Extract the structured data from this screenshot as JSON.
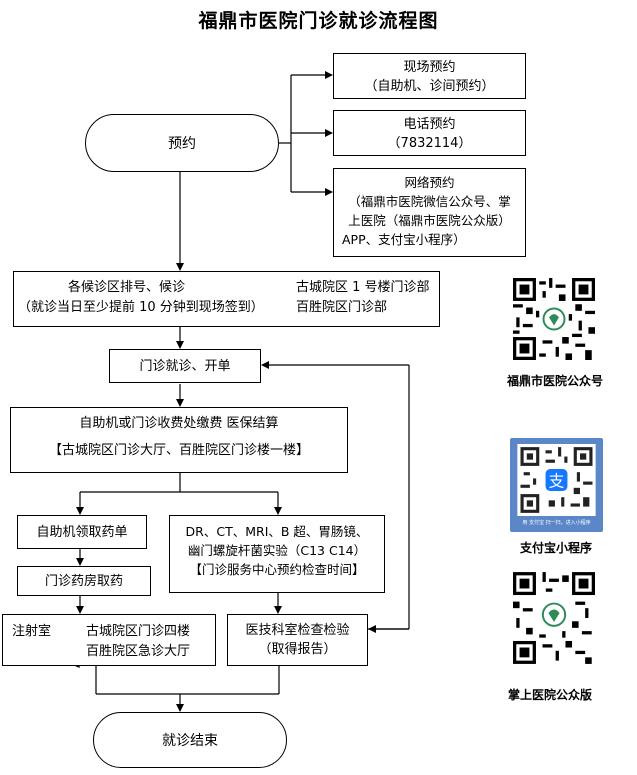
{
  "title": "福鼎市医院门诊就诊流程图",
  "nodes": {
    "appointment": "预约",
    "onsite": {
      "line1": "现场预约",
      "line2": "（自助机、诊间预约）"
    },
    "phone": {
      "line1": "电话预约",
      "line2": "（7832114）"
    },
    "online": {
      "line1": "网络预约",
      "line2": "（福鼎市医院微信公众号、掌",
      "line3": "上医院（福鼎市医院公众版）",
      "line4": "APP、支付宝小程序）"
    },
    "queue": {
      "line1": "各候诊区排号、候诊",
      "line2": "（就诊当日至少提前 10 分钟到现场签到）",
      "campus1": "古城院区 1 号楼门诊部",
      "campus2": "百胜院区门诊部"
    },
    "consult": "门诊就诊、开单",
    "payment": {
      "line1": "自助机或门诊收费处缴费   医保结算",
      "line2": "【古城院区门诊大厅、百胜院区门诊楼一楼】"
    },
    "prescription": "自助机领取药单",
    "exam": {
      "line1": "DR、CT、MRI、B 超、胃肠镜、",
      "line2": "幽门螺旋杆菌实验（C13   C14）",
      "line3": "【门诊服务中心预约检查时间】"
    },
    "pharmacy": "门诊药房取药",
    "injection": {
      "label": "注射室",
      "loc1": "古城院区门诊四楼",
      "loc2": "百胜院区急诊大厅"
    },
    "lab": {
      "line1": "医技科室检查检验",
      "line2": "（取得报告）"
    },
    "end": "就诊结束"
  },
  "qrcodes": [
    {
      "label": "福鼎市医院公众号"
    },
    {
      "label": "支付宝小程序",
      "caption": "用 支付宝 扫一扫，进入小程序"
    },
    {
      "label": "掌上医院公众版"
    }
  ]
}
